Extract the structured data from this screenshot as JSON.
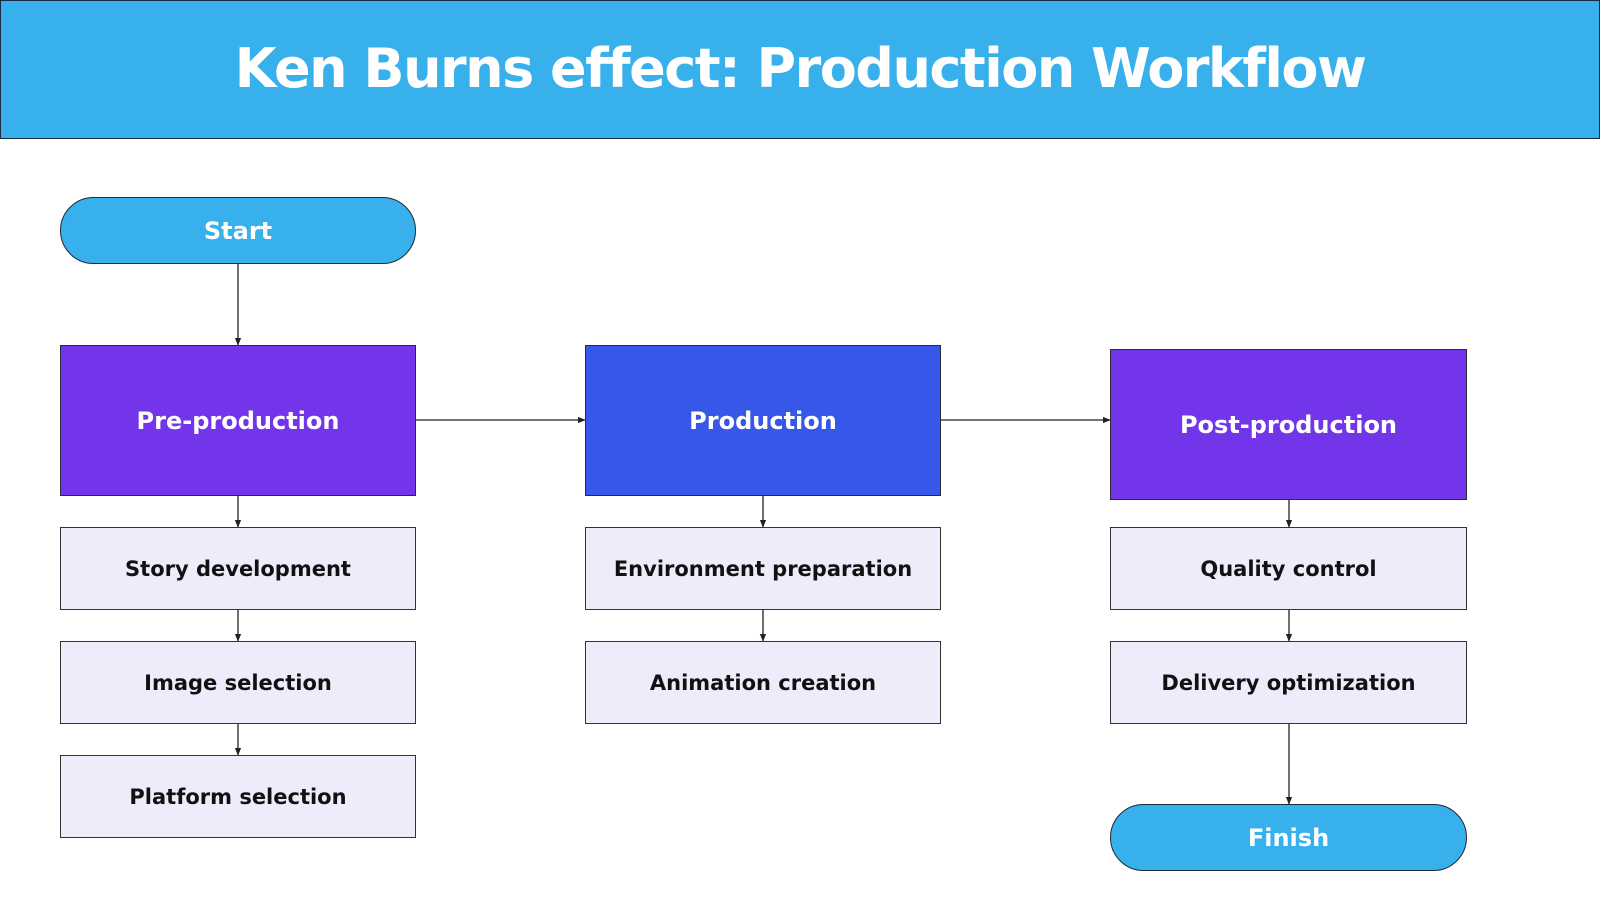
{
  "header": {
    "title": "Ken Burns effect: Production Workflow"
  },
  "colors": {
    "header_bg": "#38b0ec",
    "terminal_bg": "#38b0ec",
    "phase_purple": "#7335ea",
    "phase_blue": "#3757e8",
    "task_bg": "#eeebfb"
  },
  "flow": {
    "start": "Start",
    "finish": "Finish",
    "phases": [
      {
        "label": "Pre-production",
        "tasks": [
          "Story development",
          "Image selection",
          "Platform selection"
        ]
      },
      {
        "label": "Production",
        "tasks": [
          "Environment preparation",
          "Animation creation"
        ]
      },
      {
        "label": "Post-production",
        "tasks": [
          "Quality control",
          "Delivery optimization"
        ]
      }
    ]
  }
}
